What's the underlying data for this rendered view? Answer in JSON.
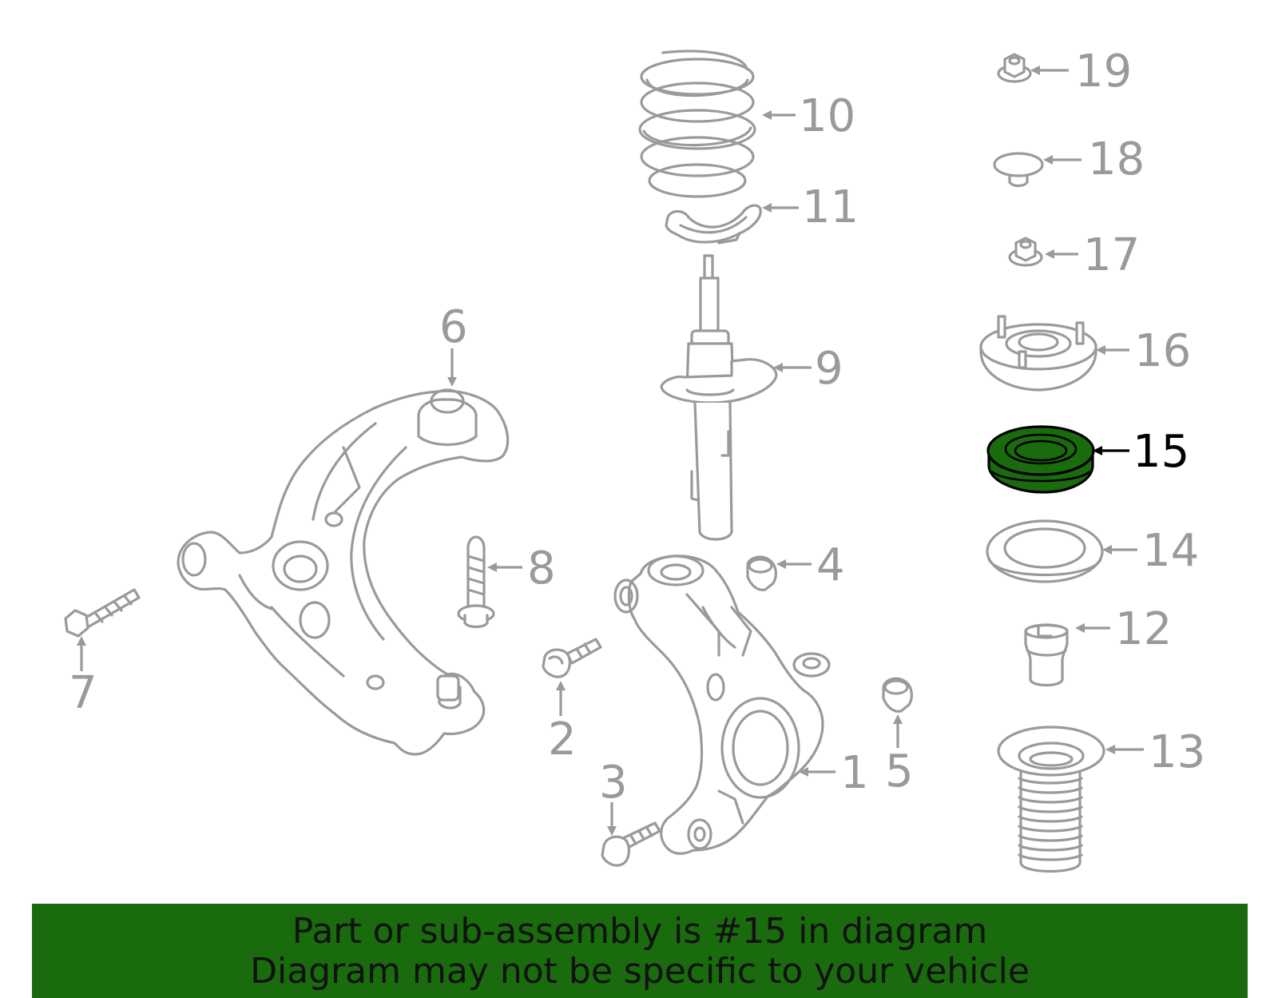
{
  "colors": {
    "part_stroke": "#9a9a9a",
    "highlight_fill": "#1a6a0e",
    "highlight_stroke": "#000000",
    "banner_bg": "#1a6a0e",
    "banner_text": "#111111"
  },
  "highlighted_part": "15",
  "callouts": {
    "c1": "1",
    "c2": "2",
    "c3": "3",
    "c4": "4",
    "c5": "5",
    "c6": "6",
    "c7": "7",
    "c8": "8",
    "c9": "9",
    "c10": "10",
    "c11": "11",
    "c12": "12",
    "c13": "13",
    "c14": "14",
    "c15": "15",
    "c16": "16",
    "c17": "17",
    "c18": "18",
    "c19": "19"
  },
  "banner": {
    "line1": "Part or sub-assembly is #15 in diagram",
    "line2": "Diagram may not be specific to your vehicle"
  }
}
